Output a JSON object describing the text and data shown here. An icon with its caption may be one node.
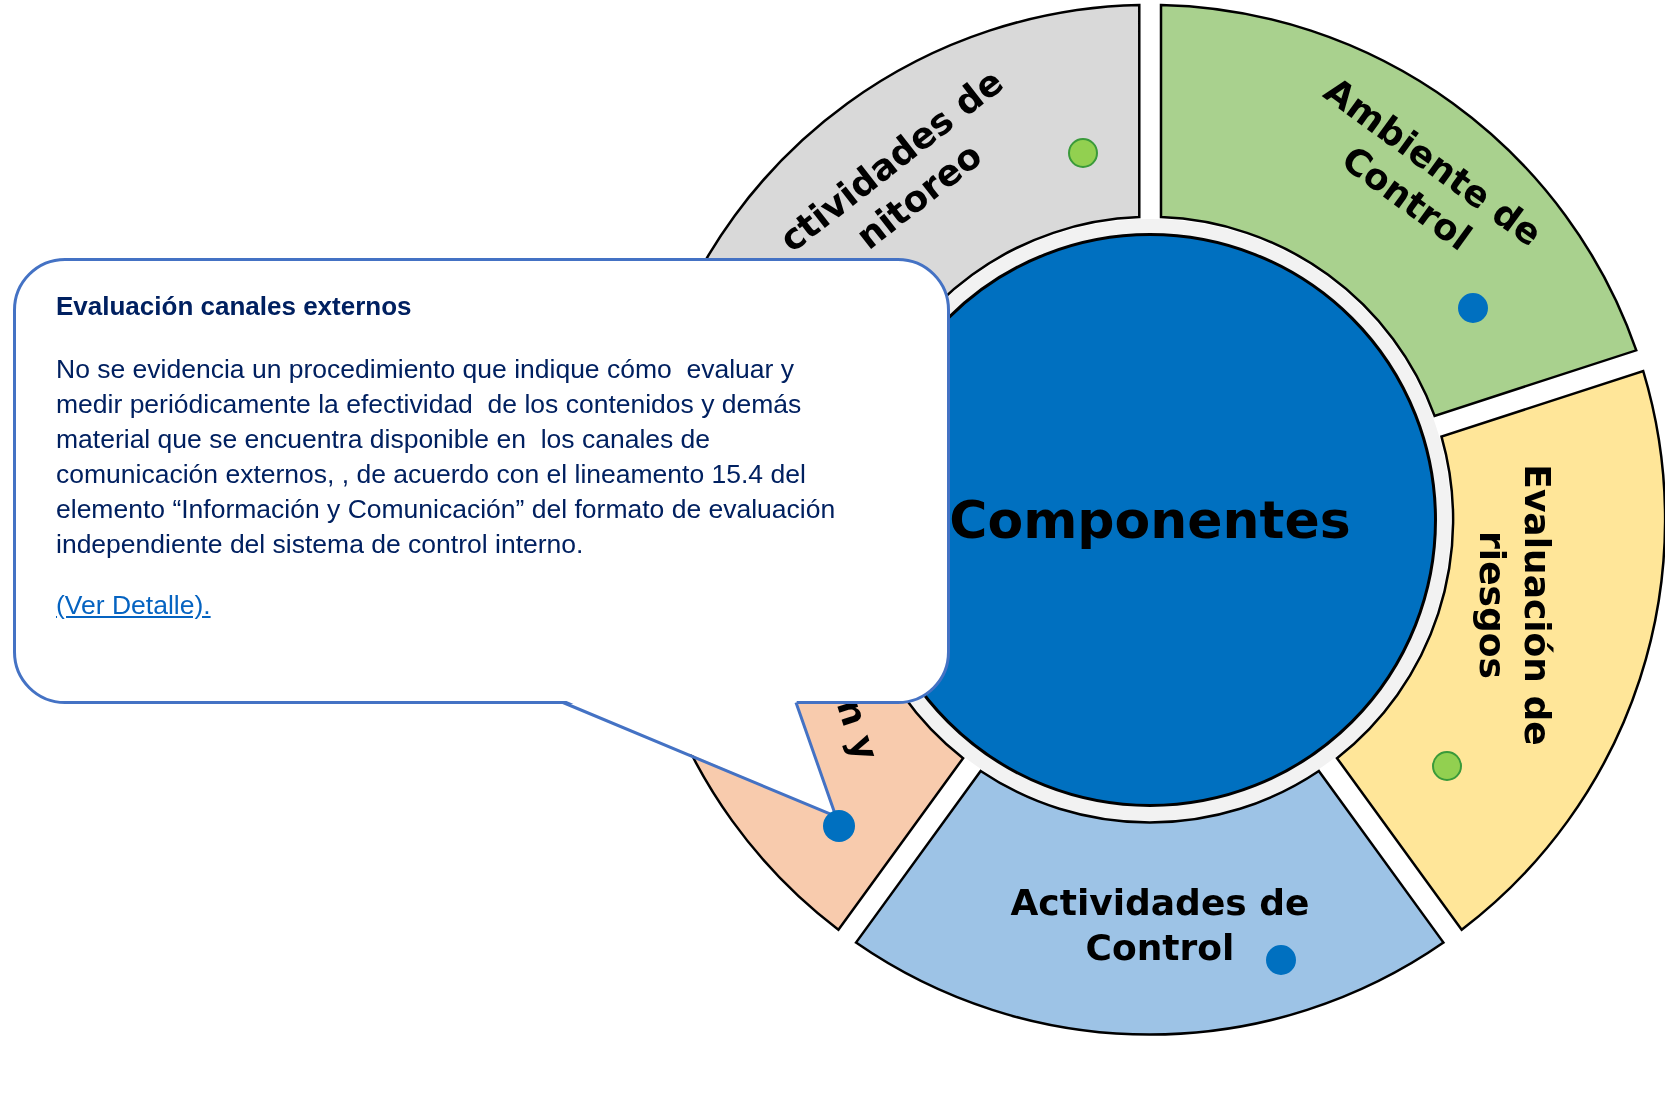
{
  "diagram": {
    "nodes": [
      {
        "text": [
          "Componentes"
        ]
      },
      {
        "text": [
          "Ambiente de Control"
        ]
      },
      {
        "text": [
          "Evaluación de riesgos"
        ]
      },
      {
        "text": [
          "Actividades de Control"
        ]
      },
      {
        "text": [
          "n y"
        ]
      },
      {
        "text": [
          "ctividades de nitoreo"
        ]
      },
      {
        "text": [
          "Evaluación canales externos",
          "No se evidencia un procedimiento que indique cómo  evaluar y medir periódicamente la efectividad  de los contenidos y demás material que se encuentra disponible en  los canales de comunicación externos, , de acuerdo con el lineamento 15.4 del elemento “Información y Comunicación” del formato de evaluación independiente del sistema de control interno.",
          "(Ver Detalle)."
        ]
      },
      {
        "text": [],
        "shape": "circle",
        "in": 4
      }
    ],
    "edges": [
      {
        "from": 6,
        "to": 7,
        "arrow": "none"
      }
    ]
  }
}
